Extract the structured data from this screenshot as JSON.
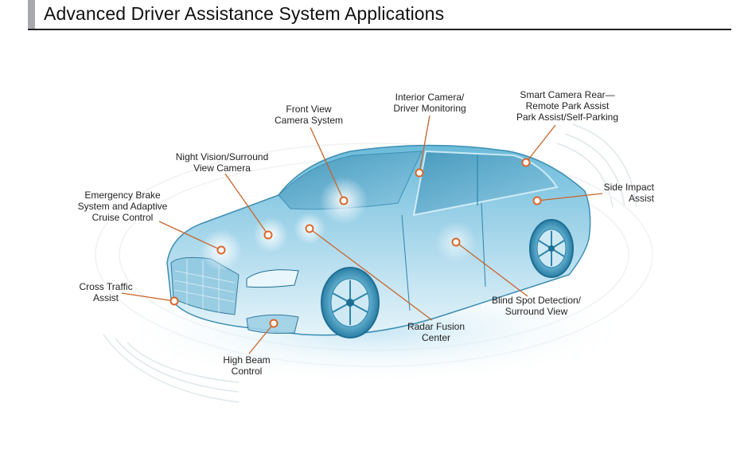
{
  "header": {
    "title": "Advanced Driver Assistance System Applications"
  },
  "colors": {
    "leader_line": "#c8642a",
    "marker_ring": "#d9682c",
    "car_tint": "#4aa9cf",
    "title_accent": "#a7a9ac"
  },
  "callouts": [
    {
      "id": "front-view-camera",
      "lines": [
        "Front View",
        "Camera System"
      ]
    },
    {
      "id": "interior-camera",
      "lines": [
        "Interior Camera/",
        "Driver Monitoring"
      ]
    },
    {
      "id": "smart-camera-rear",
      "lines": [
        "Smart Camera Rear—",
        "Remote Park Assist",
        "Park Assist/Self-Parking"
      ]
    },
    {
      "id": "night-vision",
      "lines": [
        "Night Vision/Surround",
        "View Camera"
      ]
    },
    {
      "id": "emergency-brake",
      "lines": [
        "Emergency Brake",
        "System and Adaptive",
        "Cruise Control"
      ]
    },
    {
      "id": "side-impact",
      "lines": [
        "Side Impact",
        "Assist"
      ]
    },
    {
      "id": "cross-traffic",
      "lines": [
        "Cross Traffic",
        "Assist"
      ]
    },
    {
      "id": "blind-spot",
      "lines": [
        "Blind Spot Detection/",
        "Surround View"
      ]
    },
    {
      "id": "radar-fusion",
      "lines": [
        "Radar Fusion",
        "Center"
      ]
    },
    {
      "id": "high-beam",
      "lines": [
        "High Beam",
        "Control"
      ]
    }
  ]
}
